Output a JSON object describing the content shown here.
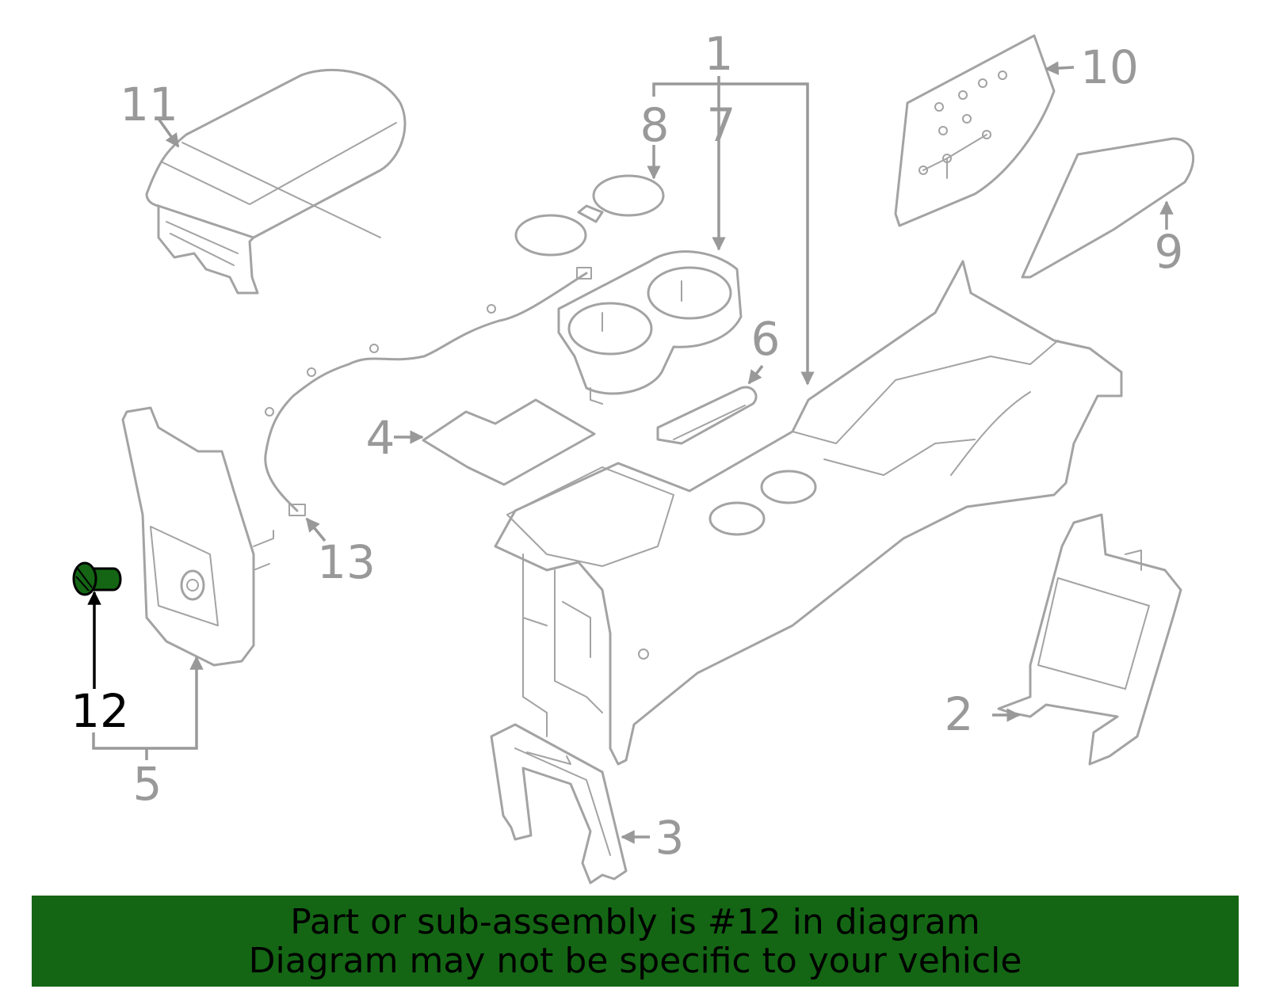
{
  "callouts": {
    "c1": "1",
    "c2": "2",
    "c3": "3",
    "c4": "4",
    "c5": "5",
    "c6": "6",
    "c7": "7",
    "c8": "8",
    "c9": "9",
    "c10": "10",
    "c11": "11",
    "c12": "12",
    "c13": "13"
  },
  "highlight": {
    "part": "12",
    "color": "#146614"
  },
  "banner": {
    "line1": "Part or sub-assembly is #12 in diagram",
    "line2": "Diagram may not be specific to your vehicle",
    "color": "#146614"
  },
  "colors": {
    "outline": "#a3a3a3",
    "callout": "#999999",
    "selected_callout": "#000000"
  }
}
